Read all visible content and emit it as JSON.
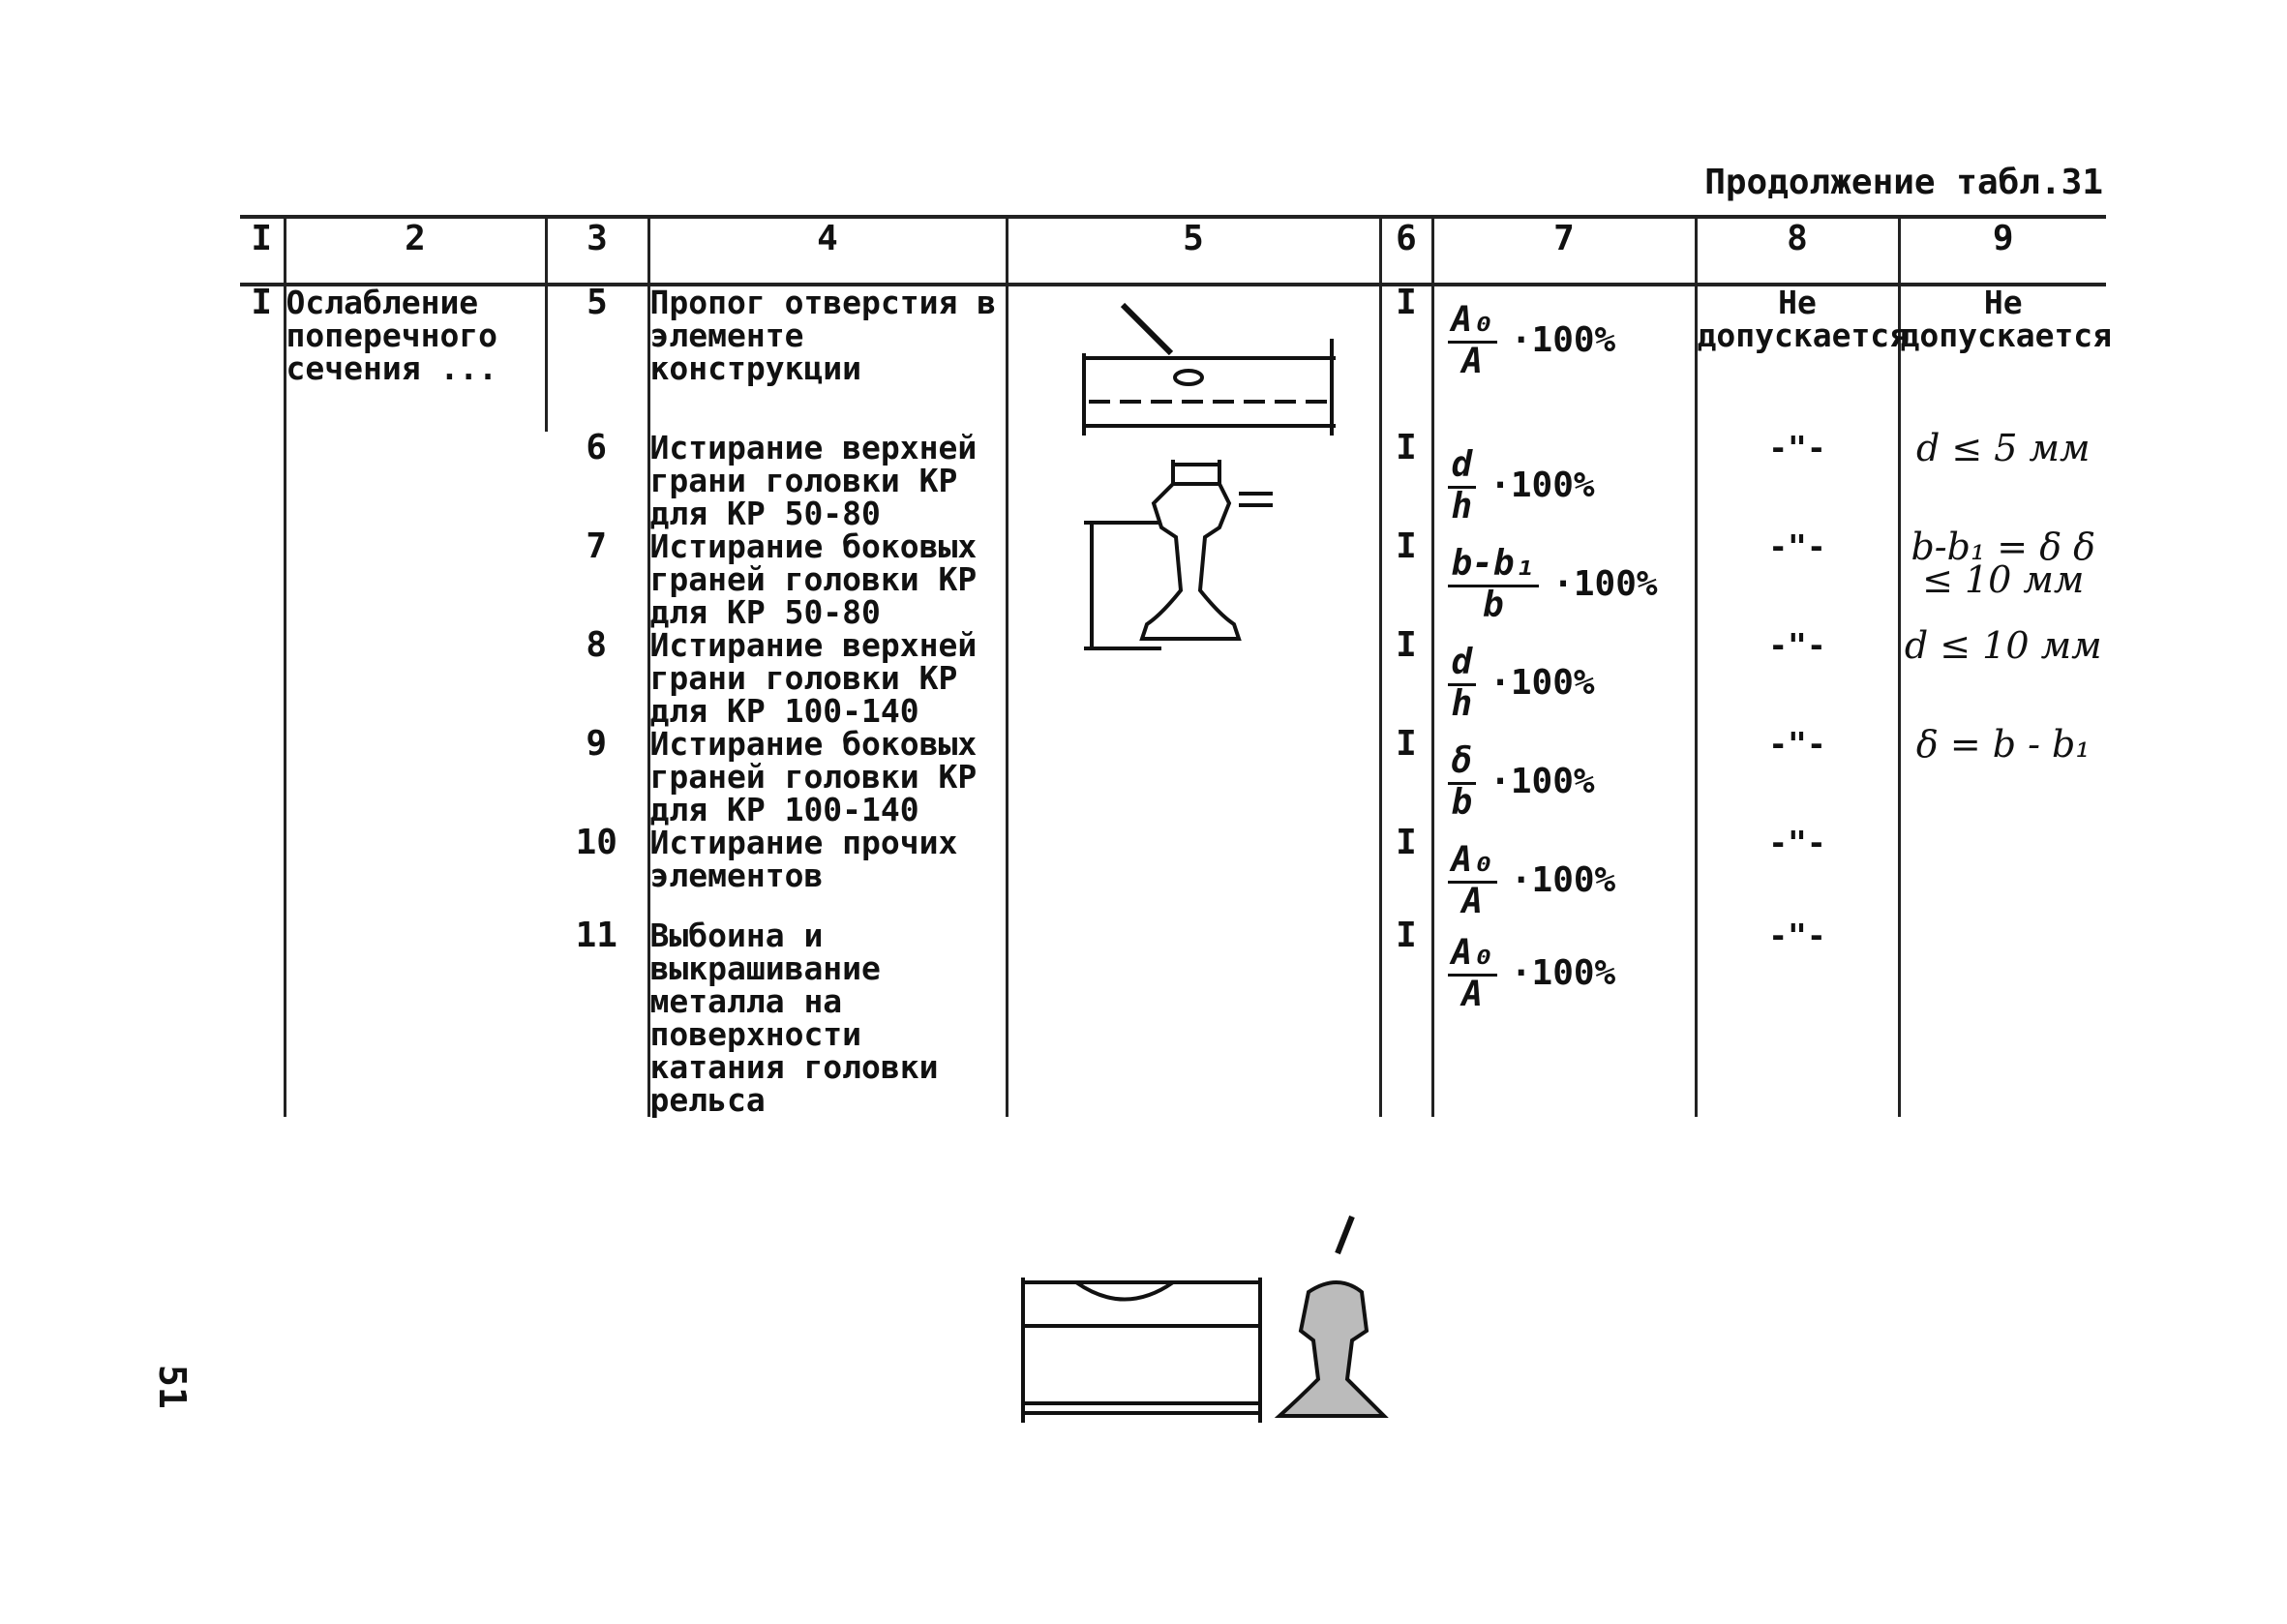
{
  "caption": "Продолжение табл.31",
  "page_number": "51",
  "headers": [
    "I",
    "2",
    "3",
    "4",
    "5",
    "6",
    "7",
    "8",
    "9"
  ],
  "group": {
    "col1": "I",
    "col2": "Ослабление поперечного сечения ..."
  },
  "rows": [
    {
      "no": "5",
      "desc": "Пропог отверстия в элементе конструкции",
      "c6": "I",
      "num": "A₀",
      "den": "A",
      "pct": "·100%",
      "c8": "Не допускается",
      "c9": "Не допускается"
    },
    {
      "no": "6",
      "desc": "Истирание верхней грани головки КР для КР 50-80",
      "c6": "I",
      "num": "d",
      "den": "h",
      "pct": "·100%",
      "c8": "-\"-",
      "c9": "d ≤ 5 мм"
    },
    {
      "no": "7",
      "desc": "Истирание боковых граней головки КР для КР 50-80",
      "c6": "I",
      "num": "b-b₁",
      "den": "b",
      "pct": "·100%",
      "c8": "-\"-",
      "c9": "b-b₁ = δ  δ ≤ 10 мм"
    },
    {
      "no": "8",
      "desc": "Истирание верхней грани головки КР для КР 100-140",
      "c6": "I",
      "num": "d",
      "den": "h",
      "pct": "·100%",
      "c8": "-\"-",
      "c9": "d ≤ 10 мм"
    },
    {
      "no": "9",
      "desc": "Истирание боковых граней головки КР для КР 100-140",
      "c6": "I",
      "num": "δ",
      "den": "b",
      "pct": "·100%",
      "c8": "-\"-",
      "c9": "δ = b - b₁"
    },
    {
      "no": "10",
      "desc": "Истирание прочих элементов",
      "c6": "I",
      "num": "A₀",
      "den": "A",
      "pct": "·100%",
      "c8": "-\"-",
      "c9": ""
    },
    {
      "no": "11",
      "desc": "Выбоина и выкрашивание металла на поверхности катания головки рельса",
      "c6": "I",
      "num": "A₀",
      "den": "A",
      "pct": "·100%",
      "c8": "-\"-",
      "c9": ""
    }
  ]
}
